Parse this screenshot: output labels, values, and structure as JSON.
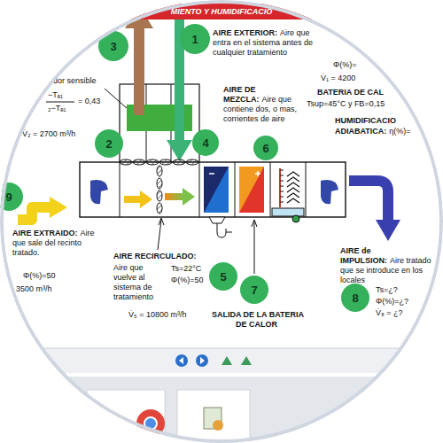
{
  "diagram": {
    "nodes": [
      {
        "text": [
          "MIENTO Y HUMIDIFICACIO"
        ]
      },
      {
        "text": [
          "3"
        ]
      },
      {
        "text": [
          "1"
        ]
      },
      {
        "text": [
          "2"
        ]
      },
      {
        "text": [
          "4"
        ]
      },
      {
        "text": [
          "6"
        ]
      },
      {
        "text": [
          "9"
        ]
      },
      {
        "text": [
          "5"
        ]
      },
      {
        "text": [
          "7"
        ]
      },
      {
        "text": [
          "8"
        ]
      }
    ],
    "labels": [
      "AIRE EXTERIOR:",
      "Aire que entra en el sistema antes de cualquier tratamiento",
      "Φ(%)=",
      "V̇₁ = 4200",
      "dor sensible",
      "−Tₑ₁",
      "₂−Tₑ₁",
      "= 0,43",
      "V̇₂ = 2700 m³/h",
      "AIRE DE MEZCLA:",
      "Aire que contiene dos, o mas, corrientes de aire",
      "BATERIA DE CAL",
      "Tsup=45°C y FB=0,15",
      "HUMIDIFICACIO",
      "ADIABATICA:",
      "η(%)=",
      "AIRE EXTRAIDO:",
      "Aire que sale del recinto tratado.",
      "Φ(%)=50",
      "3500 m³/h",
      "AIRE RECIRCULADO:",
      "Aire que vuelve al sistema de tratamiento",
      "Ts=22°C",
      "Φ(%)=50",
      "V̇₅ = 10800 m³/h",
      "SALIDA DE LA BATERIA DE CALOR",
      "AIRE de IMPULSION:",
      "Aire tratado que se introduce en los locales",
      "Ts=¿?",
      "Φ(%)=¿?",
      "V̇₈ = ¿?"
    ]
  }
}
